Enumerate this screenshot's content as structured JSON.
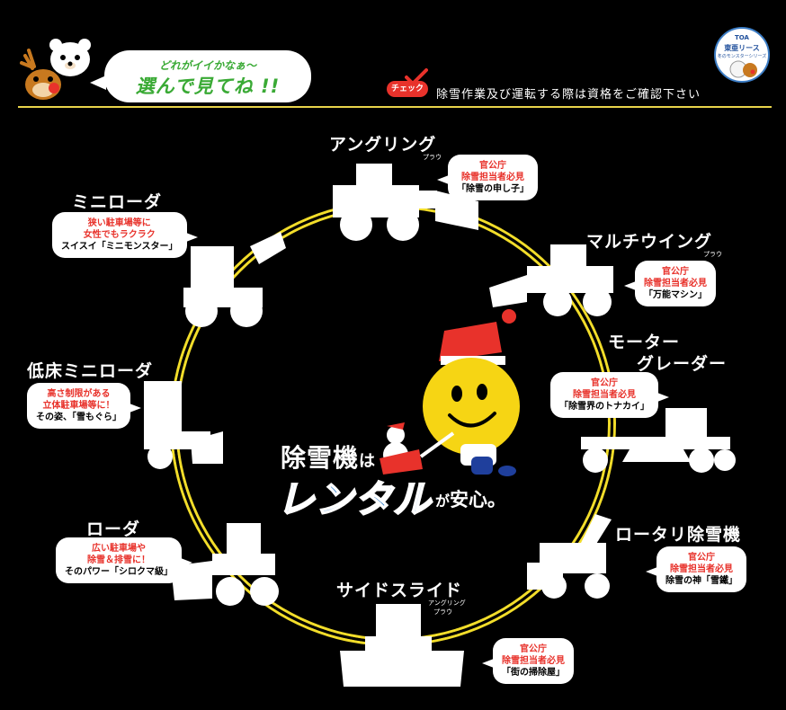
{
  "header": {
    "bubble_line1": "どれがイイかなぁ～",
    "bubble_line2": "選んで見てね !!",
    "check_label": "チェック",
    "notice": "除雪作業及び運転する際は資格をご確認下さい",
    "badge_line1": "TOA",
    "badge_line2": "東亜リース",
    "badge_line3": "冬のモンスターシリーズ",
    "accent_line_color": "#e8d44a"
  },
  "center": {
    "line1_main": "除雪機",
    "line1_small": "は",
    "line2_main": "レンタル",
    "line2_small": "が",
    "line2_end": "安心。",
    "brand_blue": "#1a6fc2"
  },
  "machines": {
    "angling": {
      "name": "アングリング",
      "sub": "プラウ",
      "note_red": "官公庁\n除雪担当者必見",
      "note_black": "「除雪の申し子」"
    },
    "multiwing": {
      "name": "マルチウイング",
      "sub": "プラウ",
      "note_red": "官公庁\n除雪担当者必見",
      "note_black": "「万能マシン」"
    },
    "motor_grader": {
      "name_line1": "モーター",
      "name_line2": "グレーダー",
      "note_red": "官公庁\n除雪担当者必見",
      "note_black": "「除雪界のトナカイ」"
    },
    "rotary": {
      "name": "ロータリ除雪機",
      "note_red": "官公庁\n除雪担当者必見",
      "note_black": "除雪の神「雪鐵」"
    },
    "side_slide": {
      "name": "サイドスライド",
      "sub1": "アングリング",
      "sub2": "プラウ",
      "note_red": "官公庁\n除雪担当者必見",
      "note_black": "「街の掃除屋」"
    },
    "loader": {
      "name": "ローダ",
      "note_red": "広い駐車場や\n除雪＆排雪に！",
      "note_black": "そのパワー「シロクマ級」"
    },
    "low_floor": {
      "name": "低床ミニローダ",
      "note_red": "高さ制限がある\n立体駐車場等に！",
      "note_black": "その姿、「雪もぐら」"
    },
    "mini_loader": {
      "name": "ミニローダ",
      "note_red": "狭い駐車場等に\n女性でもラクラク",
      "note_black": "スイスイ「ミニモンスター」"
    }
  },
  "colors": {
    "accent_red": "#e8322b",
    "ring_yellow": "#f2dd2a",
    "bubble_green": "#3aaa35"
  }
}
